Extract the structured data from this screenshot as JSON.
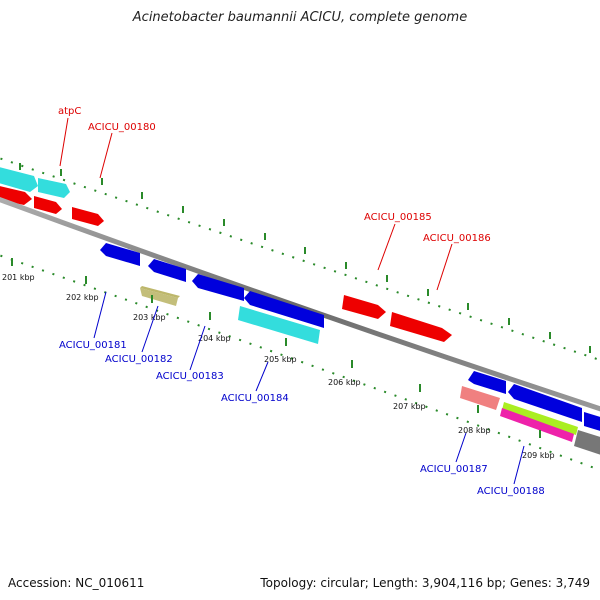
{
  "title": "Acinetobacter baumannii ACICU, complete genome",
  "footer": {
    "accession": "Accession: NC_010611",
    "topology": "Topology: circular; Length: 3,904,116 bp; Genes: 3,749"
  },
  "colors": {
    "forward_label": "#dd0000",
    "reverse_label": "#0000cc",
    "backbone": "#808080",
    "tick_dots": "#2a8a2a",
    "gene_red": "#ee0000",
    "gene_blue": "#0000dd",
    "gene_cyan": "#33dddd",
    "gene_olive": "#bdb76b",
    "gene_pink": "#f08080",
    "gene_lime": "#aaee22",
    "gene_magenta": "#ee22aa",
    "gene_gray": "#777777"
  },
  "scale_labels": [
    "201 kbp",
    "202 kbp",
    "203 kbp",
    "204 kbp",
    "205 kbp",
    "206 kbp",
    "207 kbp",
    "208 kbp",
    "209 kbp"
  ],
  "gene_labels": {
    "atpC": "atpC",
    "g180": "ACICU_00180",
    "g181": "ACICU_00181",
    "g182": "ACICU_00182",
    "g183": "ACICU_00183",
    "g184": "ACICU_00184",
    "g185": "ACICU_00185",
    "g186": "ACICU_00186",
    "g187": "ACICU_00187",
    "g188": "ACICU_00188"
  }
}
